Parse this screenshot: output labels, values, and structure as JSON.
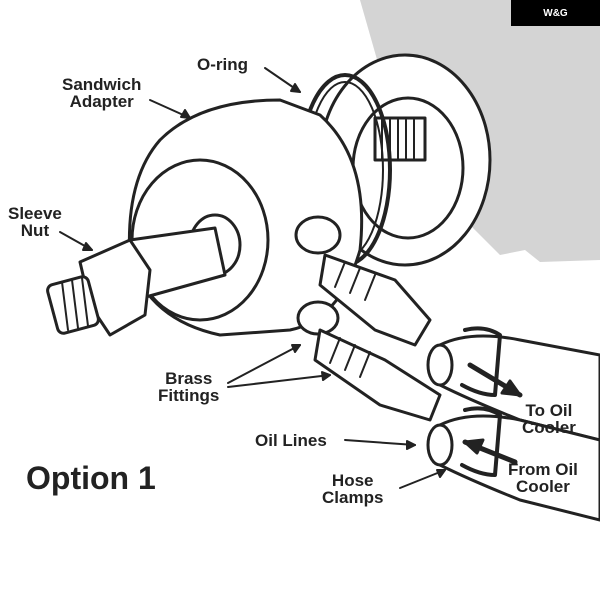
{
  "logo": {
    "text": "W&G"
  },
  "labels": {
    "sandwich_adapter": [
      "Sandwich",
      "Adapter"
    ],
    "o_ring": "O-ring",
    "sleeve_nut": [
      "Sleeve",
      "Nut"
    ],
    "brass_fittings": [
      "Brass",
      "Fittings"
    ],
    "to_oil_cooler": [
      "To Oil",
      "Cooler"
    ],
    "oil_lines": "Oil Lines",
    "from_oil_cooler": [
      "From Oil",
      "Cooler"
    ],
    "hose_clamps": [
      "Hose",
      "Clamps"
    ]
  },
  "caption": "Option 1",
  "colors": {
    "engine_block": "#d4d4d4",
    "ink": "#222222"
  }
}
